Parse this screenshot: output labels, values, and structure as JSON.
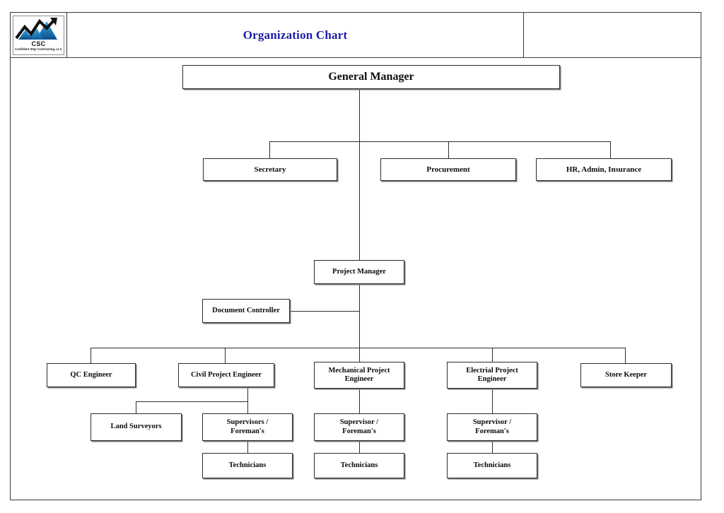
{
  "header": {
    "title": "Organization Chart",
    "title_color": "#1c1caa",
    "logo": {
      "mark_name": "mountain-peaks-logo",
      "acronym": "CSC",
      "company": "Confident Step Contracting, LLC"
    }
  },
  "chart_data": {
    "type": "diagram",
    "title": "Organization Chart",
    "nodes": [
      {
        "id": "gm",
        "label": "General Manager",
        "level": 0
      },
      {
        "id": "sec",
        "label": "Secretary",
        "level": 1,
        "parent": "gm"
      },
      {
        "id": "proc",
        "label": "Procurement",
        "level": 1,
        "parent": "gm"
      },
      {
        "id": "hr",
        "label": "HR, Admin, Insurance",
        "level": 1,
        "parent": "gm"
      },
      {
        "id": "pm",
        "label": "Project Manager",
        "level": 2,
        "parent": "gm"
      },
      {
        "id": "docctrl",
        "label": "Document Controller",
        "level": 3,
        "parent": "pm"
      },
      {
        "id": "qc",
        "label": "QC Engineer",
        "level": 4,
        "parent": "pm"
      },
      {
        "id": "civil",
        "label": "Civil Project Engineer",
        "level": 4,
        "parent": "pm"
      },
      {
        "id": "mech",
        "label": "Mechanical  Project Engineer",
        "level": 4,
        "parent": "pm"
      },
      {
        "id": "elec",
        "label": "Electrial Project Engineer",
        "level": 4,
        "parent": "pm"
      },
      {
        "id": "store",
        "label": "Store Keeper",
        "level": 4,
        "parent": "pm"
      },
      {
        "id": "land",
        "label": "Land Surveyors",
        "level": 5,
        "parent": "civil"
      },
      {
        "id": "sup_civil",
        "label": "Supervisors / Foreman's",
        "level": 5,
        "parent": "civil"
      },
      {
        "id": "sup_mech",
        "label": "Supervisor / Foreman's",
        "level": 5,
        "parent": "mech"
      },
      {
        "id": "sup_elec",
        "label": "Supervisor / Foreman's",
        "level": 5,
        "parent": "elec"
      },
      {
        "id": "tech_civil",
        "label": "Technicians",
        "level": 6,
        "parent": "sup_civil"
      },
      {
        "id": "tech_mech",
        "label": "Technicians",
        "level": 6,
        "parent": "sup_mech"
      },
      {
        "id": "tech_elec",
        "label": "Technicians",
        "level": 6,
        "parent": "sup_elec"
      }
    ]
  },
  "nodes": {
    "gm": "General Manager",
    "sec": "Secretary",
    "proc": "Procurement",
    "hr": "HR, Admin, Insurance",
    "pm": "Project Manager",
    "docctrl": "Document Controller",
    "qc": "QC Engineer",
    "civil": "Civil Project Engineer",
    "mech_l1": "Mechanical  Project",
    "mech_l2": "Engineer",
    "elec_l1": "Electrial Project",
    "elec_l2": "Engineer",
    "store": "Store Keeper",
    "land": "Land Surveyors",
    "sup_civil_l1": "Supervisors /",
    "sup_civil_l2": "Foreman's",
    "sup_mech_l1": "Supervisor /",
    "sup_mech_l2": "Foreman's",
    "sup_elec_l1": "Supervisor /",
    "sup_elec_l2": "Foreman's",
    "tech_civil": "Technicians",
    "tech_mech": "Technicians",
    "tech_elec": "Technicians"
  }
}
